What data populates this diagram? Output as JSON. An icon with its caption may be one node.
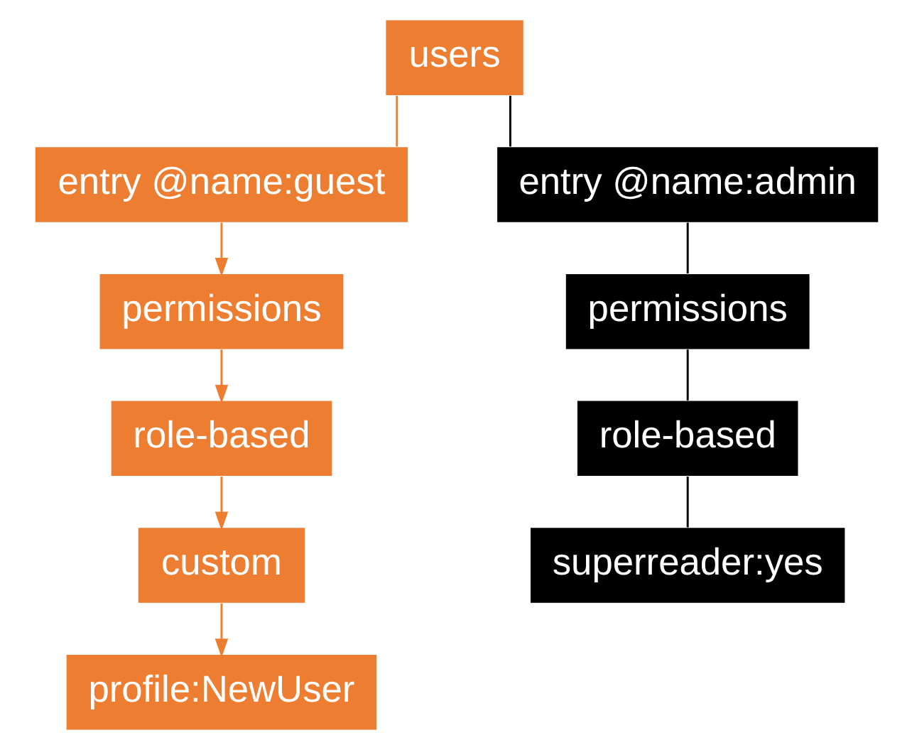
{
  "diagram": {
    "nodes": [
      {
        "text": [
          "users"
        ]
      },
      {
        "text": [
          "entry @name:guest"
        ]
      },
      {
        "text": [
          "entry @name:admin"
        ]
      },
      {
        "text": [
          "permissions"
        ]
      },
      {
        "text": [
          "permissions"
        ]
      },
      {
        "text": [
          "role-based"
        ]
      },
      {
        "text": [
          "role-based"
        ]
      },
      {
        "text": [
          "custom"
        ]
      },
      {
        "text": [
          "superreader:yes"
        ]
      },
      {
        "text": [
          "profile:NewUser"
        ]
      }
    ],
    "edges": [
      {
        "from": 0,
        "to": 1,
        "arrow": "none"
      },
      {
        "from": 0,
        "to": 2,
        "arrow": "none",
        "color": "#000000"
      },
      {
        "from": 1,
        "to": 3,
        "arrow": "to"
      },
      {
        "from": 2,
        "to": 4,
        "arrow": "none",
        "color": "#000000"
      },
      {
        "from": 3,
        "to": 5,
        "arrow": "to"
      },
      {
        "from": 4,
        "to": 6,
        "arrow": "none",
        "color": "#000000"
      },
      {
        "from": 5,
        "to": 7,
        "arrow": "to"
      },
      {
        "from": 6,
        "to": 8,
        "arrow": "none",
        "color": "#000000"
      },
      {
        "from": 7,
        "to": 9,
        "arrow": "to"
      }
    ]
  }
}
